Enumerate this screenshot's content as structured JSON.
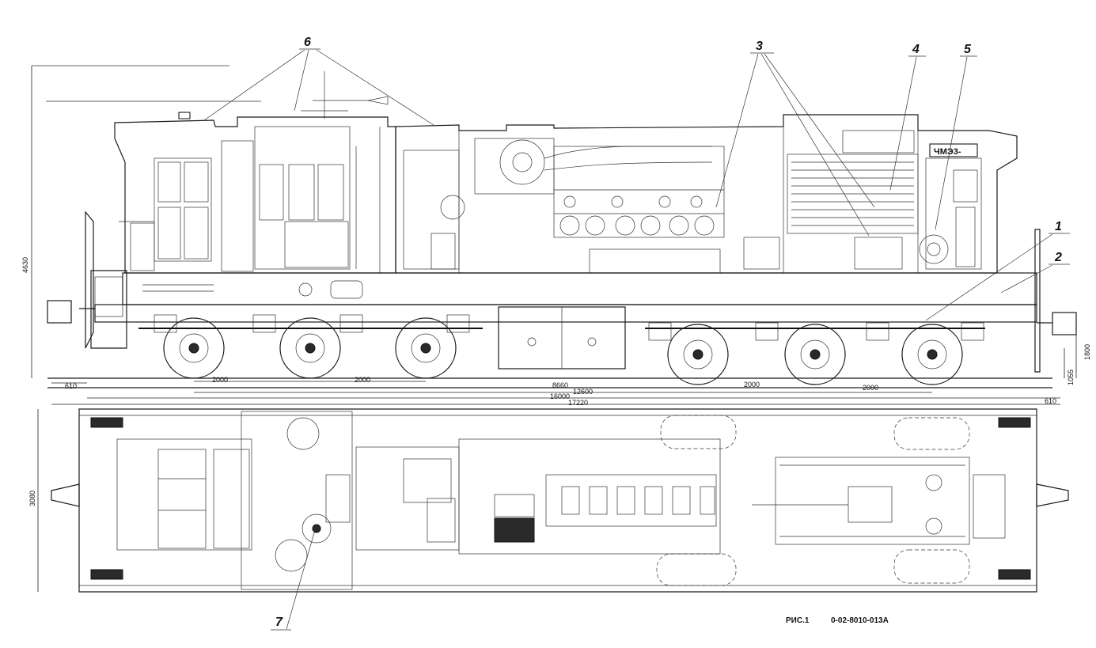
{
  "drawing": {
    "locomotive_plate": "ЧМЭ3-",
    "callouts": [
      "1",
      "2",
      "3",
      "4",
      "5",
      "6",
      "7"
    ],
    "dimensions": {
      "overall_height": "4630",
      "buffer_height": "1800",
      "coupler_height": "1055",
      "plan_width": "3080",
      "overhang_left": "610",
      "overhang_right": "610",
      "axle_spacing_1": "2000",
      "axle_spacing_2": "2000",
      "axle_spacing_3": "2000",
      "axle_spacing_4": "2000",
      "bogie_centres": "8660",
      "frame_length": "12600",
      "body_length": "16000",
      "length_over_buffers": "17220"
    },
    "caption": {
      "figure": "РИС.1",
      "code": "0-02-8010-013А"
    }
  },
  "colors": {
    "ink": "#1a1a1a",
    "paper": "#ffffff"
  }
}
